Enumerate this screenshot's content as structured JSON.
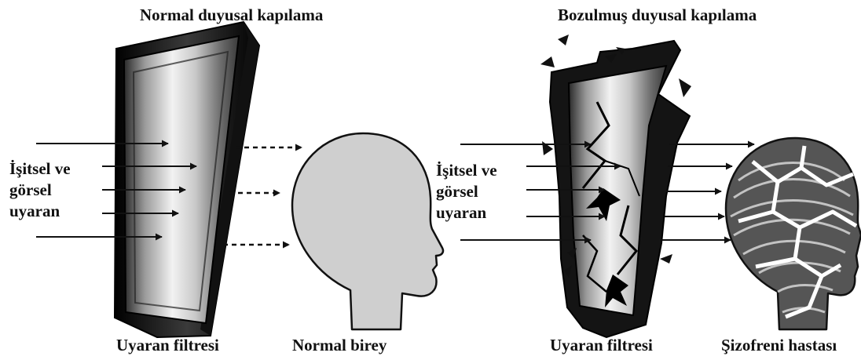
{
  "normal": {
    "title": "Normal duyusal kapılama",
    "stimulus_lines": [
      "İşitsel ve",
      "görsel",
      "uyaran"
    ],
    "filter_caption": "Uyaran filtresi",
    "person_caption": "Normal birey"
  },
  "impaired": {
    "title": "Bozulmuş duyusal kapılama",
    "stimulus_lines": [
      "İşitsel ve",
      "görsel",
      "uyaran"
    ],
    "filter_caption": "Uyaran filtresi",
    "person_caption": "Şizofreni hastası"
  },
  "colors": {
    "ink": "#111111",
    "frame": "#151515",
    "head_fill": "#cfcfcf",
    "background": "#ffffff"
  }
}
